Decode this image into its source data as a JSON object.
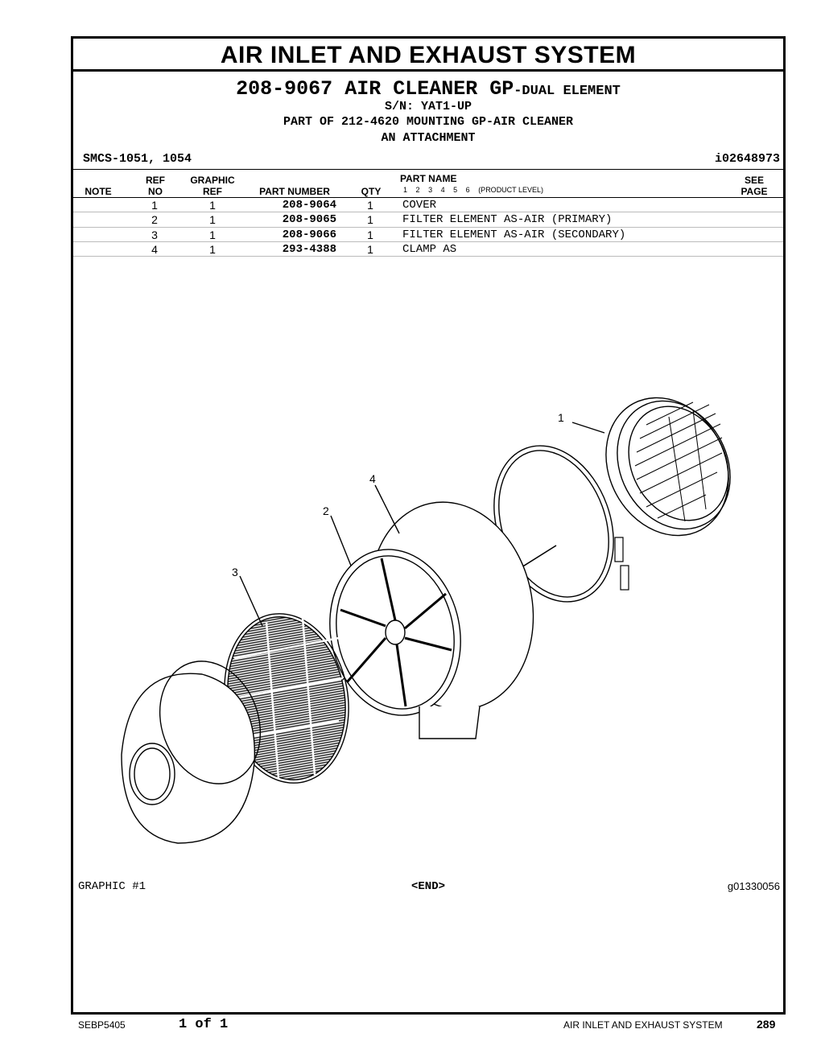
{
  "header": {
    "section_title": "AIR INLET AND EXHAUST SYSTEM",
    "group_number": "208-9067",
    "group_name": "AIR CLEANER GP",
    "group_suffix": "-DUAL ELEMENT",
    "serial": "S/N: YAT1-UP",
    "part_of": "PART OF 212-4620 MOUNTING GP-AIR CLEANER",
    "attachment": "AN ATTACHMENT",
    "smcs": "SMCS-1051, 1054",
    "doc_id": "i02648973"
  },
  "table": {
    "headers": {
      "note": "NOTE",
      "ref": "REF",
      "no": "NO",
      "graphic": "GRAPHIC",
      "graphic_ref": "REF",
      "part_number": "PART NUMBER",
      "qty": "QTY",
      "part_name": "PART NAME",
      "see": "SEE",
      "page": "PAGE"
    },
    "product_levels": [
      "1",
      "2",
      "3",
      "4",
      "5",
      "6"
    ],
    "product_level_label": "(PRODUCT LEVEL)",
    "rows": [
      {
        "ref_no": "1",
        "graphic_ref": "1",
        "part_number": "208-9064",
        "qty": "1",
        "part_name": "COVER"
      },
      {
        "ref_no": "2",
        "graphic_ref": "1",
        "part_number": "208-9065",
        "qty": "1",
        "part_name": "FILTER ELEMENT AS-AIR (PRIMARY)"
      },
      {
        "ref_no": "3",
        "graphic_ref": "1",
        "part_number": "208-9066",
        "qty": "1",
        "part_name": "FILTER ELEMENT AS-AIR (SECONDARY)"
      },
      {
        "ref_no": "4",
        "graphic_ref": "1",
        "part_number": "293-4388",
        "qty": "1",
        "part_name": "CLAMP AS"
      }
    ]
  },
  "graphic": {
    "callouts": [
      "1",
      "2",
      "3",
      "4"
    ],
    "label": "GRAPHIC #1",
    "end_marker": "<END>",
    "graphic_id": "g01330056"
  },
  "page_footer": {
    "doc_number": "SEBP5405",
    "pagination": "1 of 1",
    "section": "AIR INLET AND EXHAUST SYSTEM",
    "page_number": "289"
  }
}
